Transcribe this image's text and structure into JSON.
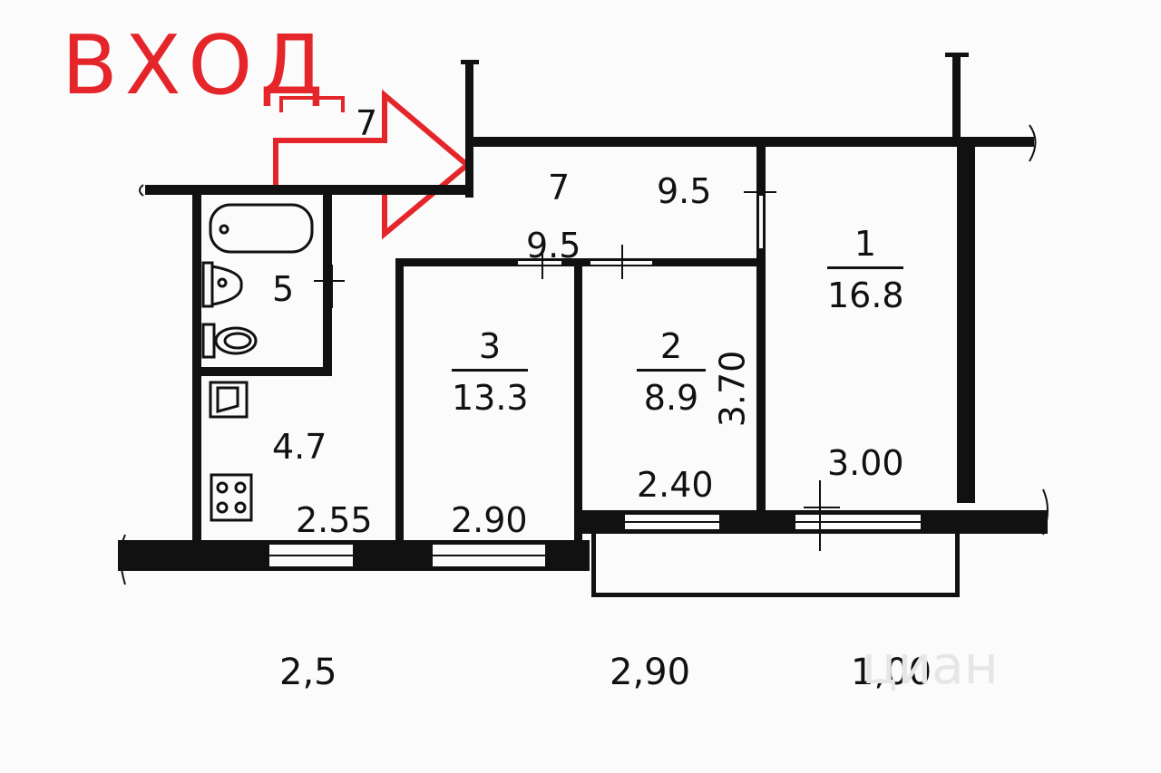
{
  "entry_label": "ВХОД",
  "corridor": {
    "label_top": "7",
    "label_left": "7",
    "label_right": "9.5",
    "label_mid": "9.5"
  },
  "bathroom": {
    "label": "5"
  },
  "kitchen": {
    "area": "4.7",
    "width": "2.55"
  },
  "room3": {
    "number": "3",
    "area": "13.3",
    "width": "2.90"
  },
  "room2": {
    "number": "2",
    "area": "8.9",
    "width": "2.40",
    "depth": "3.70"
  },
  "room1": {
    "number": "1",
    "area": "16.8",
    "width": "3.00"
  },
  "bottom_labels": [
    "2,5",
    "2,90",
    "1,00"
  ],
  "watermark": "циан",
  "colors": {
    "wall": "#111111",
    "accent": "#e4262a",
    "background": "#fbfbfb"
  }
}
